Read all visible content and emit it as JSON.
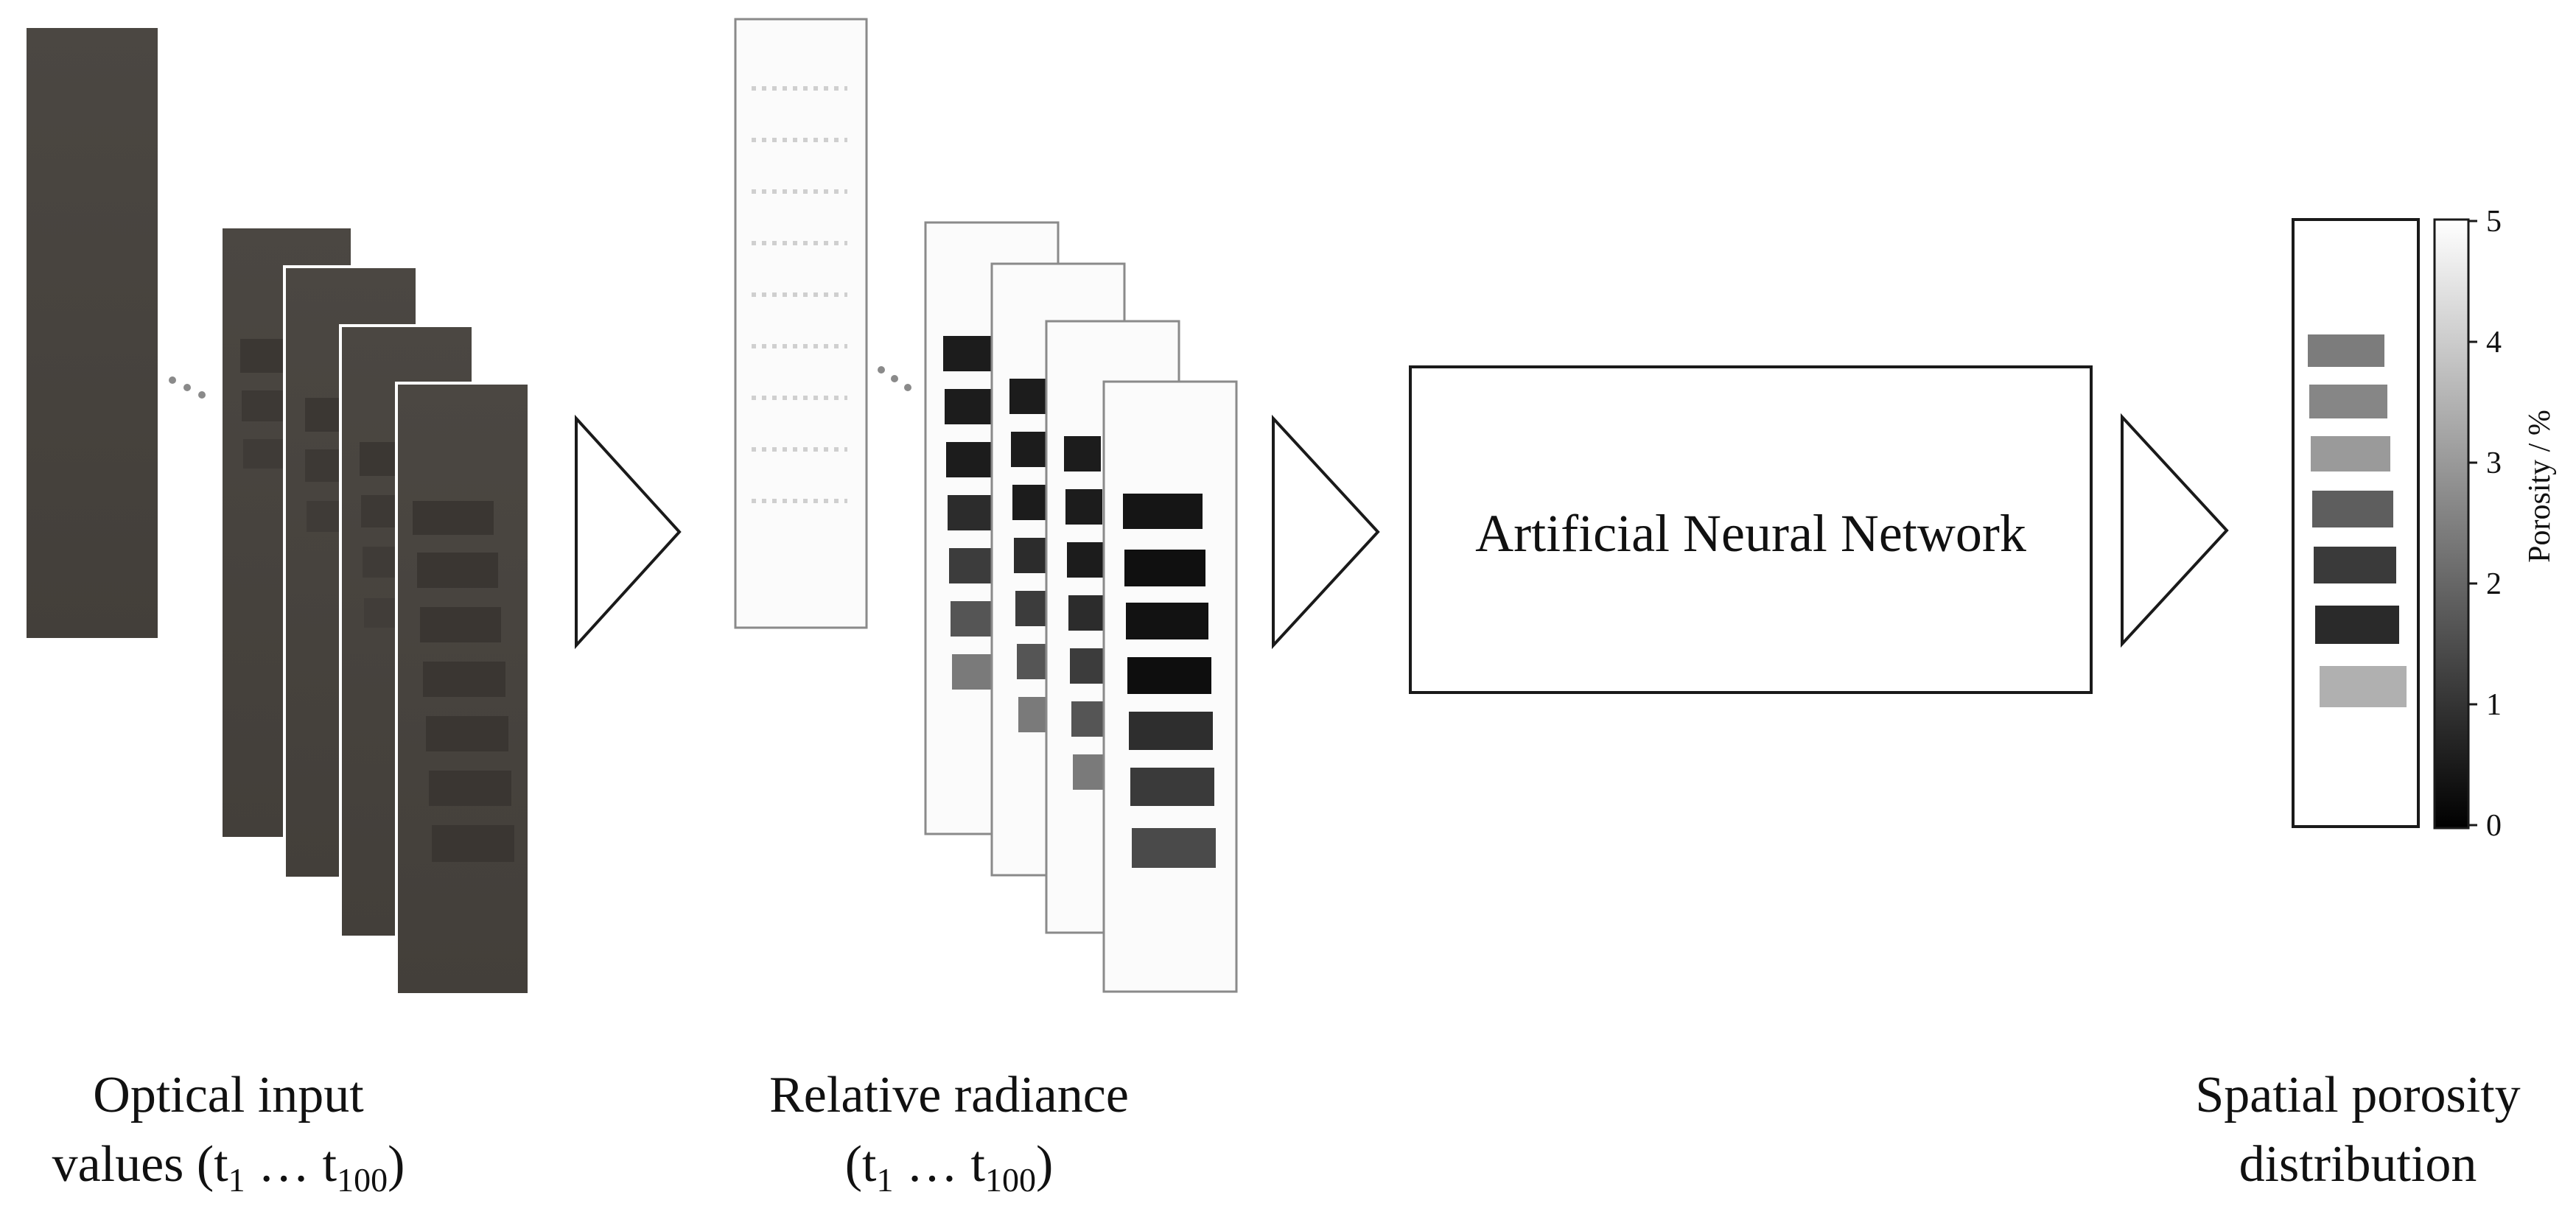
{
  "stages": {
    "optical_input": {
      "line1": "Optical input",
      "line2_prefix": "values (t",
      "t_first": "1",
      "ellipsis": " … t",
      "t_last": "100",
      "close": ")"
    },
    "relative_radiance": {
      "line1": "Relative radiance",
      "line2_prefix": "(t",
      "t_first": "1",
      "ellipsis": " … t",
      "t_last": "100",
      "close": ")"
    },
    "ann": {
      "label": "Artificial Neural Network"
    },
    "porosity": {
      "line1": "Spatial porosity",
      "line2": "distribution"
    }
  },
  "colorbar": {
    "label": "Porosity / %",
    "ticks": [
      "5",
      "4",
      "3",
      "2",
      "1",
      "0"
    ],
    "min": 0,
    "max": 5
  },
  "colors": {
    "dark_frame": "#4a4641",
    "dark_frame_edge": "#3a3632",
    "radiance_frame": "#fbfbfb",
    "outline": "#1a1a1a"
  },
  "icons": {
    "arrow": "open-triangle-arrow",
    "dots": "ellipsis-dots"
  }
}
